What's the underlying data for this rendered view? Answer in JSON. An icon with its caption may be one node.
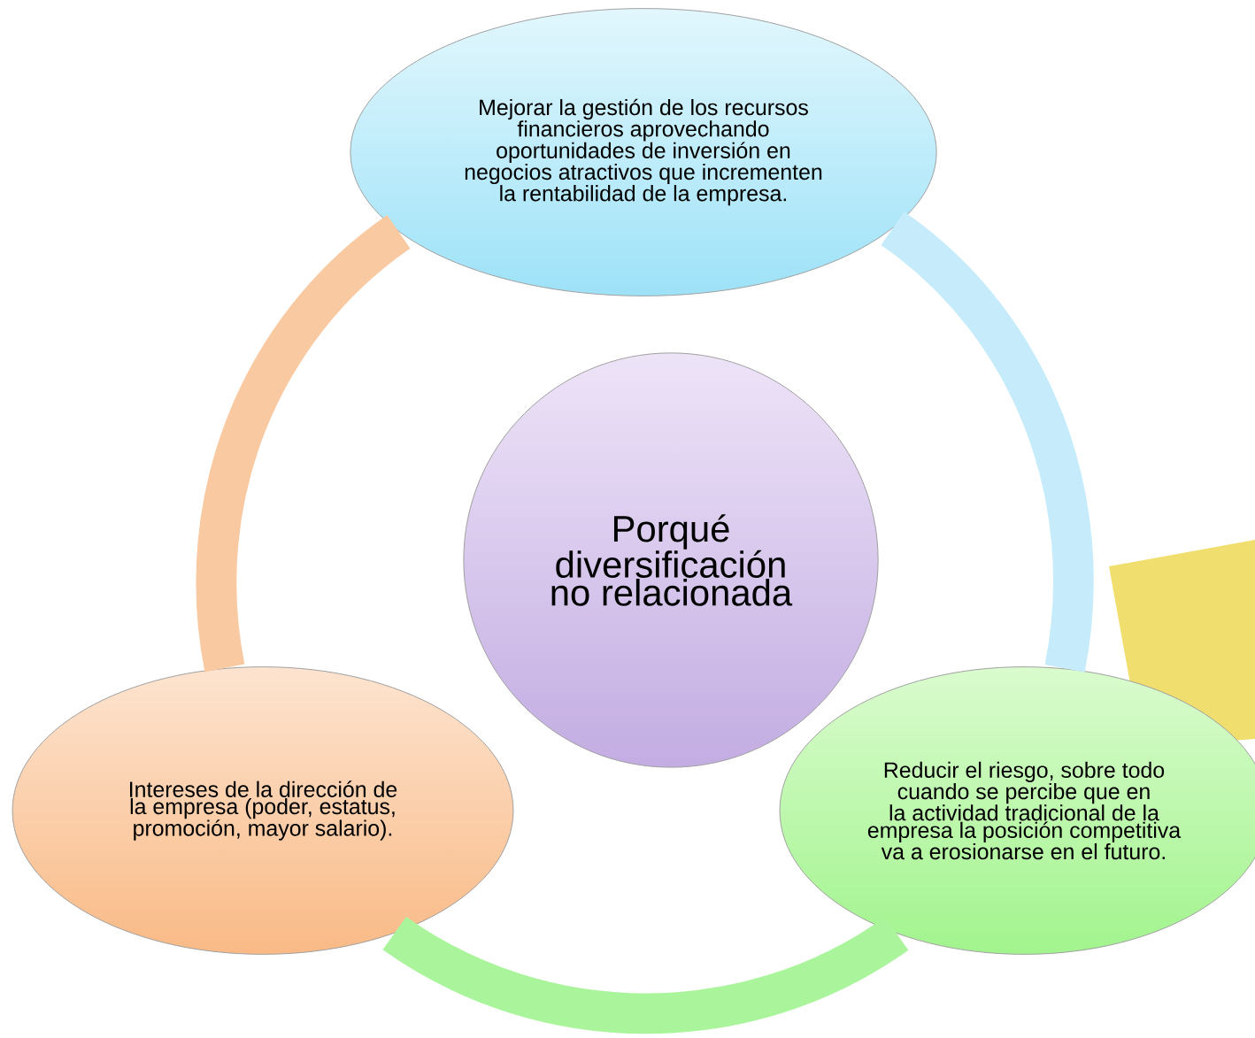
{
  "diagram": {
    "nodes": [
      {
        "text": [
          "Mejorar la gestión de los recursos financieros aprovechando oportunidades de inversión en negocios atractivos que incrementen la rentabilidad de la empresa."
        ]
      },
      {
        "text": [
          "Porqué diversificación no relacionada"
        ]
      },
      {
        "text": [
          "Intereses de la dirección de la empresa (poder, estatus, promoción, mayor salario)."
        ]
      },
      {
        "text": [
          "Reducir el riesgo, sobre todo cuando se percibe que en la actividad tradicional de la empresa la posición competitiva va a erosionarse en el futuro."
        ]
      }
    ],
    "edges": [
      {
        "from": 2,
        "to": 0,
        "arrow": "none",
        "color": "#f9caa2"
      },
      {
        "from": 0,
        "to": 3,
        "arrow": "none",
        "color": "#c6ecfb"
      },
      {
        "from": 3,
        "to": 2,
        "arrow": "none",
        "color": "#aaf59c"
      }
    ]
  }
}
